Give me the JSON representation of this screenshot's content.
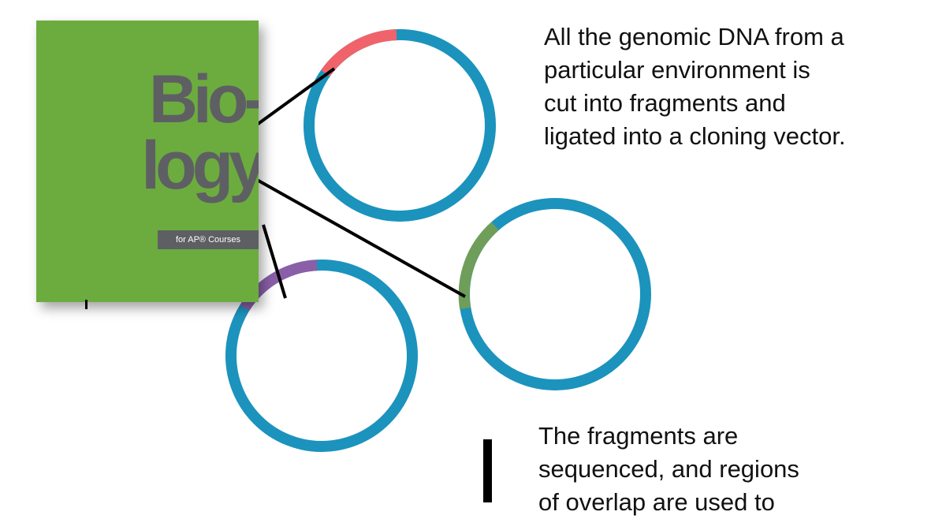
{
  "captions": {
    "top": [
      "All the genomic DNA from a",
      "particular environment is",
      "cut into fragments and",
      "ligated into a cloning vector."
    ],
    "bottom": [
      "The fragments are",
      "sequenced, and regions",
      "of overlap are used to"
    ]
  },
  "book_cover": {
    "title_line_1": "Bio-",
    "title_line_2": "logy",
    "badge": "for AP® Courses",
    "colors": {
      "background": "#6cac3f",
      "title": "#5e5f63",
      "badge": "#5e5f63",
      "badge_text": "#ffffff"
    }
  },
  "plasmids": [
    {
      "name": "top",
      "insert_color": "#f0636a",
      "insert_fraction": 0.17
    },
    {
      "name": "right",
      "insert_color": "#6e9e5a",
      "insert_fraction": 0.15
    },
    {
      "name": "left",
      "insert_color": "#8a5fa8",
      "insert_fraction": 0.13
    }
  ],
  "colors": {
    "vector": "#1b93bd",
    "connector": "#000000",
    "text": "#111111"
  }
}
